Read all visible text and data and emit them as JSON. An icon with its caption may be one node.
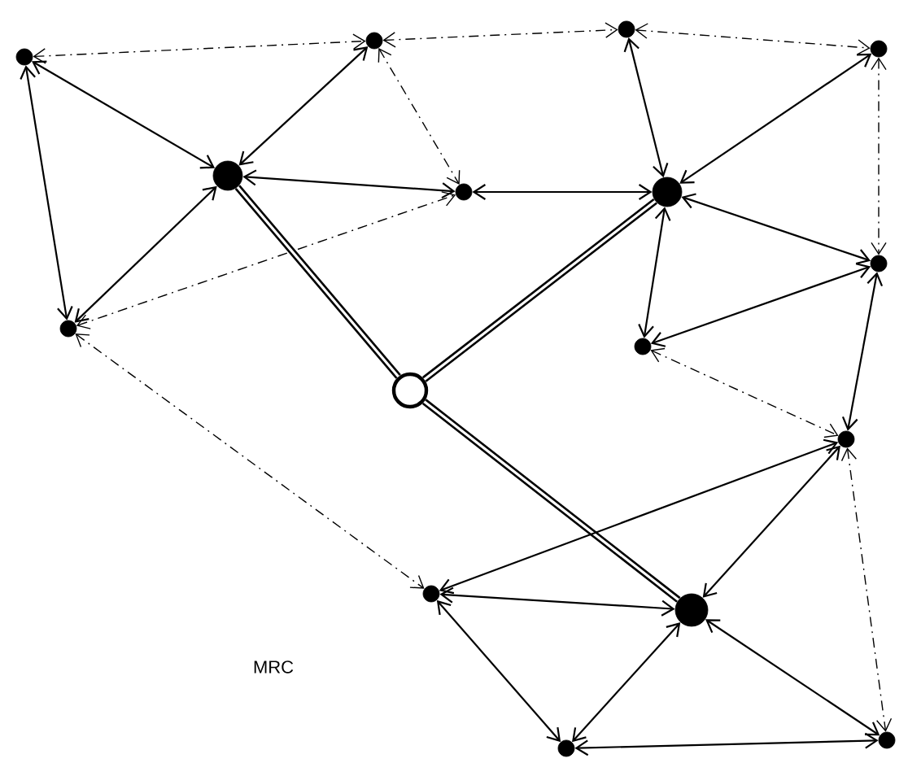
{
  "diagram": {
    "nodes": [
      {
        "text": [],
        "shape": "circle"
      },
      {
        "text": [],
        "shape": "circle"
      },
      {
        "text": [],
        "shape": "circle"
      },
      {
        "text": [],
        "shape": "circle"
      },
      {
        "text": [],
        "shape": "circle"
      },
      {
        "text": [],
        "shape": "circle"
      },
      {
        "text": [],
        "shape": "circle"
      },
      {
        "text": [],
        "shape": "circle"
      },
      {
        "text": [],
        "shape": "circle"
      },
      {
        "text": [],
        "shape": "circle"
      },
      {
        "text": [],
        "shape": "ring"
      },
      {
        "text": [],
        "shape": "circle"
      },
      {
        "text": [],
        "shape": "circle"
      },
      {
        "text": [],
        "shape": "circle"
      },
      {
        "text": [],
        "shape": "circle"
      },
      {
        "text": [],
        "shape": "circle"
      }
    ],
    "edges": [
      {
        "from": 0,
        "to": 1,
        "arrow": "both",
        "style": "dashed"
      },
      {
        "from": 1,
        "to": 2,
        "arrow": "both",
        "style": "dashed"
      },
      {
        "from": 2,
        "to": 3,
        "arrow": "both",
        "style": "dashed"
      },
      {
        "from": 0,
        "to": 4,
        "arrow": "both"
      },
      {
        "from": 8,
        "to": 0,
        "arrow": "both"
      },
      {
        "from": 4,
        "to": 1,
        "arrow": "both"
      },
      {
        "from": 1,
        "to": 5,
        "arrow": "both",
        "style": "dashed"
      },
      {
        "from": 4,
        "to": 5,
        "arrow": "both"
      },
      {
        "from": 4,
        "to": 8,
        "arrow": "both"
      },
      {
        "from": 8,
        "to": 5,
        "arrow": "both",
        "style": "dashed"
      },
      {
        "from": 4,
        "to": 10,
        "arrow": "none",
        "style": "thick"
      },
      {
        "from": 10,
        "to": 6,
        "arrow": "none",
        "style": "thick"
      },
      {
        "from": 10,
        "to": 13,
        "arrow": "none",
        "style": "thick"
      },
      {
        "from": 2,
        "to": 6,
        "arrow": "both"
      },
      {
        "from": 5,
        "to": 6,
        "arrow": "both"
      },
      {
        "from": 6,
        "to": 3,
        "arrow": "both"
      },
      {
        "from": 6,
        "to": 7,
        "arrow": "both"
      },
      {
        "from": 3,
        "to": 7,
        "arrow": "both",
        "style": "dashed"
      },
      {
        "from": 6,
        "to": 9,
        "arrow": "both"
      },
      {
        "from": 7,
        "to": 9,
        "arrow": "both"
      },
      {
        "from": 9,
        "to": 11,
        "arrow": "both",
        "style": "dashed"
      },
      {
        "from": 11,
        "to": 7,
        "arrow": "both"
      },
      {
        "from": 8,
        "to": 12,
        "arrow": "both",
        "style": "dashed"
      },
      {
        "from": 11,
        "to": 12,
        "arrow": "both"
      },
      {
        "from": 11,
        "to": 13,
        "arrow": "both"
      },
      {
        "from": 11,
        "to": 15,
        "arrow": "both",
        "style": "dashed"
      },
      {
        "from": 13,
        "to": 12,
        "arrow": "both"
      },
      {
        "from": 12,
        "to": 14,
        "arrow": "both"
      },
      {
        "from": 13,
        "to": 14,
        "arrow": "both"
      },
      {
        "from": 13,
        "to": 15,
        "arrow": "both"
      },
      {
        "from": 14,
        "to": 15,
        "arrow": "both"
      }
    ],
    "labels": [
      "MRC"
    ]
  }
}
